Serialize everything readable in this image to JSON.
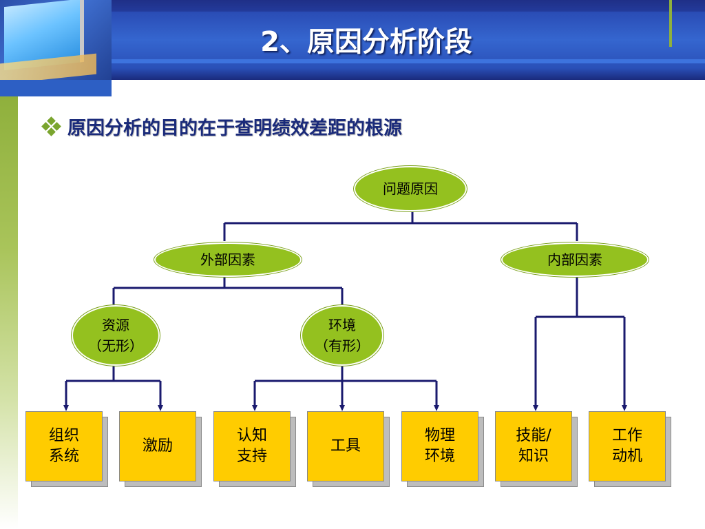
{
  "title": "2、原因分析阶段",
  "bullet": "原因分析的目的在于查明绩效差距的根源",
  "colors": {
    "title_bar": "#3566cf",
    "accent_green": "#94c11f",
    "box_yellow": "#ffcc00",
    "connector": "#1a1a6e",
    "bullet_text": "#1a2a7a"
  },
  "diagram": {
    "root": "问题原因",
    "external": "外部因素",
    "internal": "内部因素",
    "resource": {
      "line1": "资源",
      "line2": "（无形）"
    },
    "environment": {
      "line1": "环境",
      "line2": "（有形）"
    },
    "boxes": [
      {
        "line1": "组织",
        "line2": "系统"
      },
      {
        "line1": "激励",
        "line2": ""
      },
      {
        "line1": "认知",
        "line2": "支持"
      },
      {
        "line1": "工具",
        "line2": ""
      },
      {
        "line1": "物理",
        "line2": "环境"
      },
      {
        "line1": "技能/",
        "line2": "知识"
      },
      {
        "line1": "工作",
        "line2": "动机"
      }
    ]
  }
}
